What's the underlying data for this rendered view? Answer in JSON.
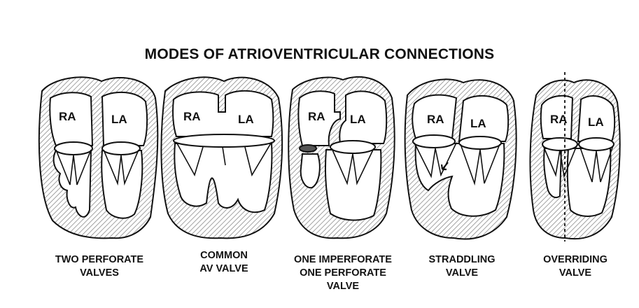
{
  "title": "MODES OF ATRIOVENTRICULAR CONNECTIONS",
  "chamber_labels": {
    "right_atrium": "RA",
    "left_atrium": "LA"
  },
  "panels": [
    {
      "id": "two-perforate",
      "caption_lines": [
        "TWO PERFORATE",
        "VALVES"
      ]
    },
    {
      "id": "common-av",
      "caption_lines": [
        "COMMON",
        "AV VALVE"
      ]
    },
    {
      "id": "imperforate",
      "caption_lines": [
        "ONE IMPERFORATE",
        "ONE PERFORATE",
        "VALVE"
      ]
    },
    {
      "id": "straddling",
      "caption_lines": [
        "STRADDLING",
        "VALVE"
      ]
    },
    {
      "id": "overriding",
      "caption_lines": [
        "OVERRIDING",
        "VALVE"
      ]
    }
  ],
  "colors": {
    "outline": "#111111",
    "hatch": "#9a9a9a",
    "fill": "#ffffff",
    "imperforate_valve": "#555555"
  }
}
